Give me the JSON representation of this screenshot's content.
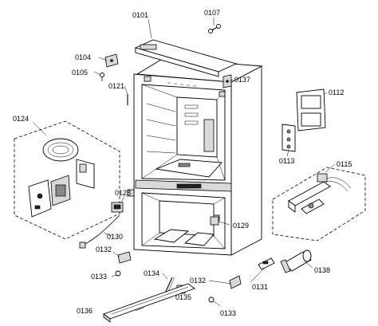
{
  "parts": {
    "p0101": "0101",
    "p0107": "0107",
    "p0104": "0104",
    "p0105": "0105",
    "p0121": "0121",
    "p0137": "0137",
    "p0112": "0112",
    "p0124": "0124",
    "p0113": "0113",
    "p0115": "0115",
    "p0128": "0128",
    "p0130": "0130",
    "p0129": "0129",
    "p0132a": "0132",
    "p0133a": "0133",
    "p0134": "0134",
    "p0132b": "0132",
    "p0135": "0135",
    "p0131": "0131",
    "p0138": "0138",
    "p0136": "0136",
    "p0133b": "0133"
  },
  "icons": {
    "cabinet": "refrigerator-cabinet-icon",
    "ice_maker": "ice-maker-assembly-icon",
    "filter_housing": "water-filter-housing-icon"
  }
}
